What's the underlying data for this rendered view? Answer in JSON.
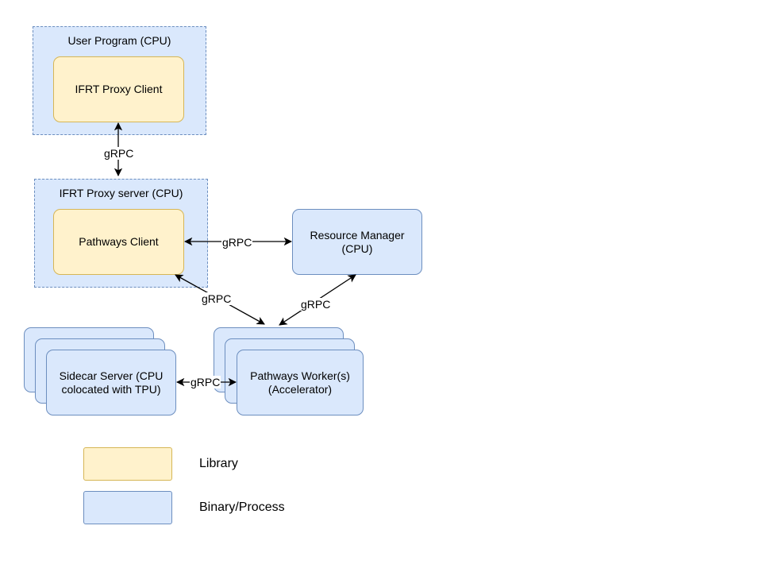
{
  "diagram": {
    "containers": {
      "user_program": "User Program (CPU)",
      "proxy_server": "IFRT Proxy server (CPU)"
    },
    "nodes": {
      "ifrt_proxy_client": "IFRT Proxy Client",
      "pathways_client": "Pathways Client",
      "resource_manager": "Resource Manager\n(CPU)",
      "sidecar_server": "Sidecar Server (CPU\ncolocated with TPU)",
      "pathways_worker": "Pathways Worker(s)\n(Accelerator)"
    },
    "edges": {
      "proxy_link": "gRPC",
      "client_rm_link": "gRPC",
      "client_worker_link": "gRPC",
      "rm_worker_link": "gRPC",
      "sidecar_worker_link": "gRPC"
    },
    "legend": {
      "library": "Library",
      "binary_process": "Binary/Process"
    },
    "colors": {
      "library_fill": "#fff2cc",
      "library_stroke": "#d6b656",
      "process_fill": "#dae8fc",
      "process_stroke": "#6c8ebf"
    }
  }
}
